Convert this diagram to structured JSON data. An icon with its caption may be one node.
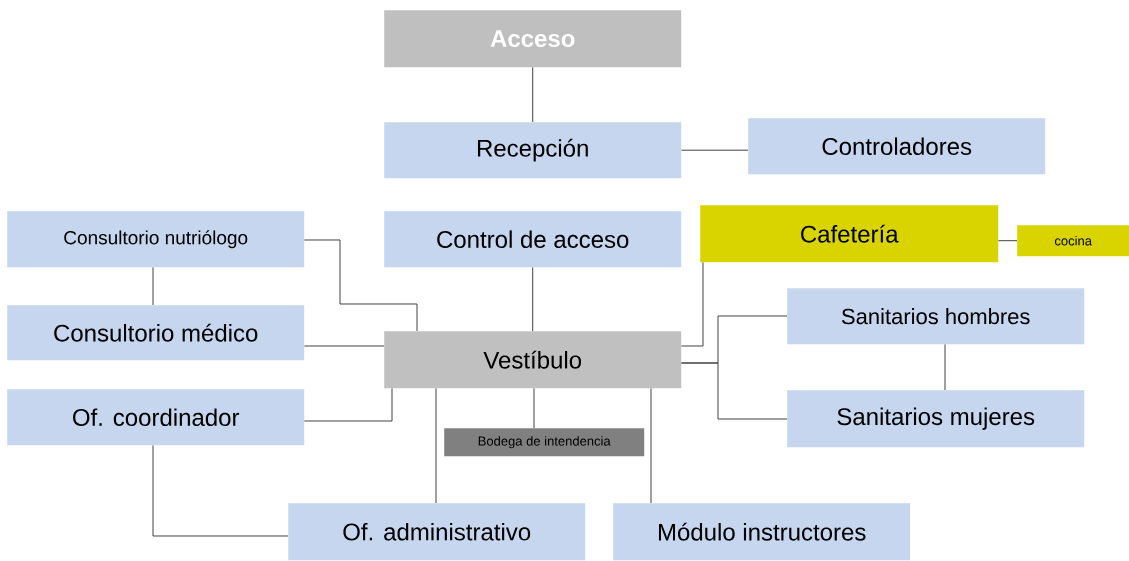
{
  "diagram": {
    "nodes": [
      {
        "text": [
          "Acceso"
        ]
      },
      {
        "text": [
          "Recepción"
        ]
      },
      {
        "text": [
          "Controladores"
        ]
      },
      {
        "text": [
          "Consultorio nutriólogo"
        ]
      },
      {
        "text": [
          "Control de acceso"
        ]
      },
      {
        "text": [
          "Cafetería"
        ]
      },
      {
        "text": [
          "cocina"
        ]
      },
      {
        "text": [
          "Consultorio médico"
        ]
      },
      {
        "text": [
          "Vestíbulo"
        ]
      },
      {
        "text": [
          "Sanitarios hombres"
        ]
      },
      {
        "text": [
          "Of. coordinador"
        ]
      },
      {
        "text": [
          "Sanitarios mujeres"
        ]
      },
      {
        "text": [
          "Bodega de intendencia"
        ]
      },
      {
        "text": [
          "Of. administrativo"
        ]
      },
      {
        "text": [
          "Módulo instructores"
        ]
      }
    ],
    "edges": [
      {
        "from": 0,
        "to": 1,
        "arrow": "none"
      },
      {
        "from": 1,
        "to": 2,
        "arrow": "none"
      },
      {
        "from": 3,
        "to": 7,
        "arrow": "none"
      },
      {
        "from": 3,
        "to": 8,
        "arrow": "none"
      },
      {
        "from": 4,
        "to": 8,
        "arrow": "none"
      },
      {
        "from": 5,
        "to": 6,
        "arrow": "none"
      },
      {
        "from": 7,
        "to": 8,
        "arrow": "none"
      },
      {
        "from": 10,
        "to": 8,
        "arrow": "none"
      },
      {
        "from": 8,
        "to": 5,
        "arrow": "none"
      },
      {
        "from": 8,
        "to": 9,
        "arrow": "none"
      },
      {
        "from": 8,
        "to": 11,
        "arrow": "none"
      },
      {
        "from": 9,
        "to": 11,
        "arrow": "none"
      },
      {
        "from": 8,
        "to": 12,
        "arrow": "none"
      },
      {
        "from": 8,
        "to": 13,
        "arrow": "none"
      },
      {
        "from": 8,
        "to": 14,
        "arrow": "none"
      },
      {
        "from": 10,
        "to": 13,
        "arrow": "none"
      }
    ]
  }
}
